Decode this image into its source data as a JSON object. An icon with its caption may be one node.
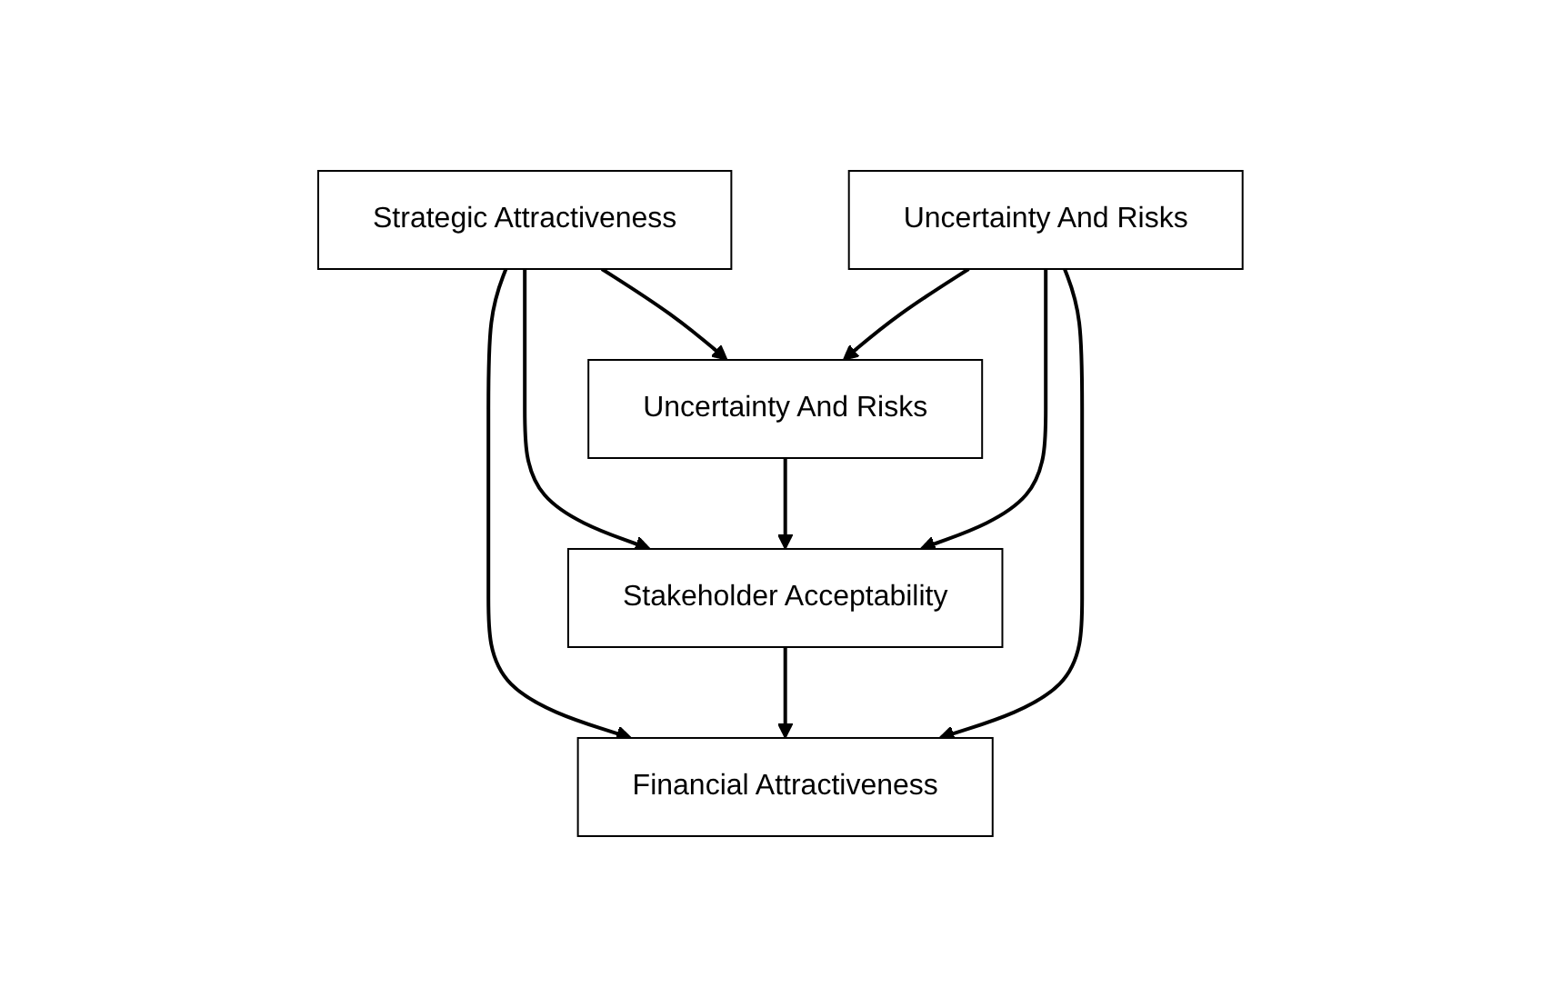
{
  "diagram": {
    "nodes": [
      {
        "text": [
          "Strategic Attractiveness"
        ]
      },
      {
        "text": [
          "Uncertainty And Risks"
        ]
      },
      {
        "text": [
          "Stakeholder Acceptability"
        ]
      },
      {
        "text": [
          "Financial Attractiveness"
        ]
      },
      {
        "text": [
          "Uncertainty And Risks"
        ]
      }
    ],
    "edges": [
      {
        "from": 0,
        "to": 1,
        "arrow": "to"
      },
      {
        "from": 0,
        "to": 2,
        "arrow": "to"
      },
      {
        "from": 0,
        "to": 3,
        "arrow": "to"
      },
      {
        "from": 1,
        "to": 2,
        "arrow": "to"
      },
      {
        "from": 2,
        "to": 3,
        "arrow": "to"
      },
      {
        "from": 4,
        "to": 1,
        "arrow": "to"
      },
      {
        "from": 4,
        "to": 2,
        "arrow": "to"
      },
      {
        "from": 4,
        "to": 3,
        "arrow": "to"
      }
    ]
  }
}
